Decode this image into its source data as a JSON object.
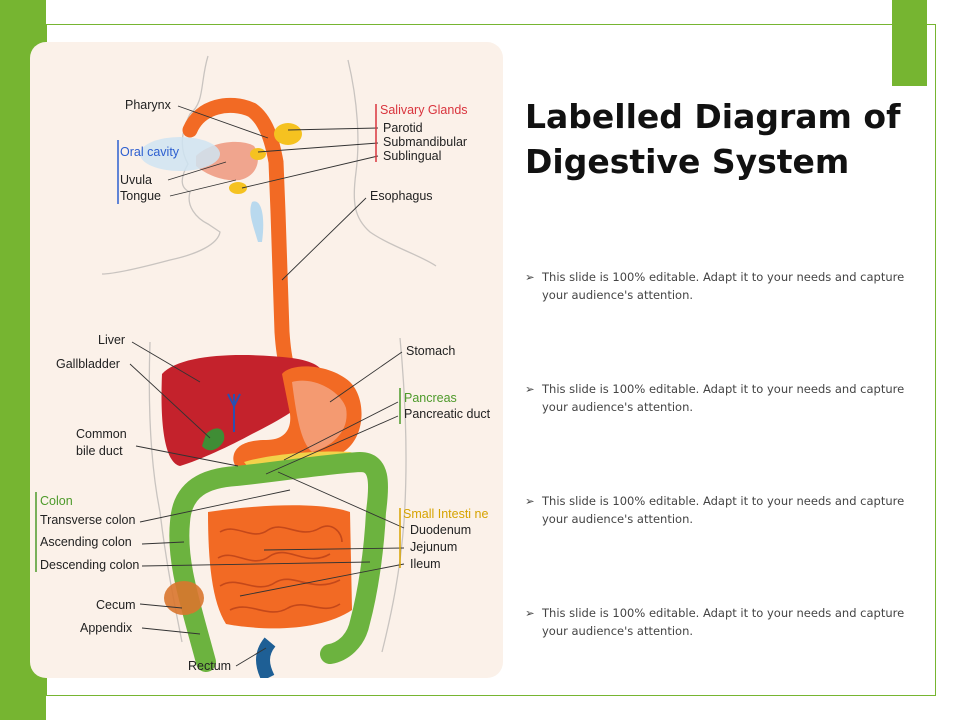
{
  "title_line1": "Labelled Diagram of",
  "title_line2": "Digestive System",
  "bullets": [
    "This slide is 100% editable. Adapt it to your needs and capture your audience's attention.",
    "This slide is 100% editable. Adapt it to your needs and capture your audience's attention.",
    "This slide is 100% editable. Adapt it to your needs and capture your audience's attention.",
    "This slide is 100% editable. Adapt it to your needs and capture your audience's attention."
  ],
  "bullet_marker": "➢",
  "colors": {
    "accent": "#76b531",
    "panel": "#fbf1e9",
    "esophagus": "#f26a24",
    "liver": "#c4222c",
    "colon": "#6cb33f",
    "small_intestine": "#f26a24"
  },
  "labels": {
    "pharynx": "Pharynx",
    "oral_cavity": "Oral cavity",
    "uvula": "Uvula",
    "tongue": "Tongue",
    "salivary_glands": "Salivary Glands",
    "parotid": "Parotid",
    "submandibular": "Submandibular",
    "sublingual": "Sublingual",
    "esophagus": "Esophagus",
    "liver": "Liver",
    "gallbladder": "Gallbladder",
    "stomach": "Stomach",
    "pancreas": "Pancreas",
    "pancreatic_duct": "Pancreatic duct",
    "common_bile_duct_1": "Common",
    "common_bile_duct_2": "bile duct",
    "colon": "Colon",
    "transverse_colon": "Transverse colon",
    "ascending_colon": "Ascending colon",
    "descending_colon": "Descending colon",
    "small_intestine": "Small Intesti ne",
    "duodenum": "Duodenum",
    "jejunum": "Jejunum",
    "ileum": "Ileum",
    "cecum": "Cecum",
    "appendix": "Appendix",
    "rectum": "Rectum"
  }
}
